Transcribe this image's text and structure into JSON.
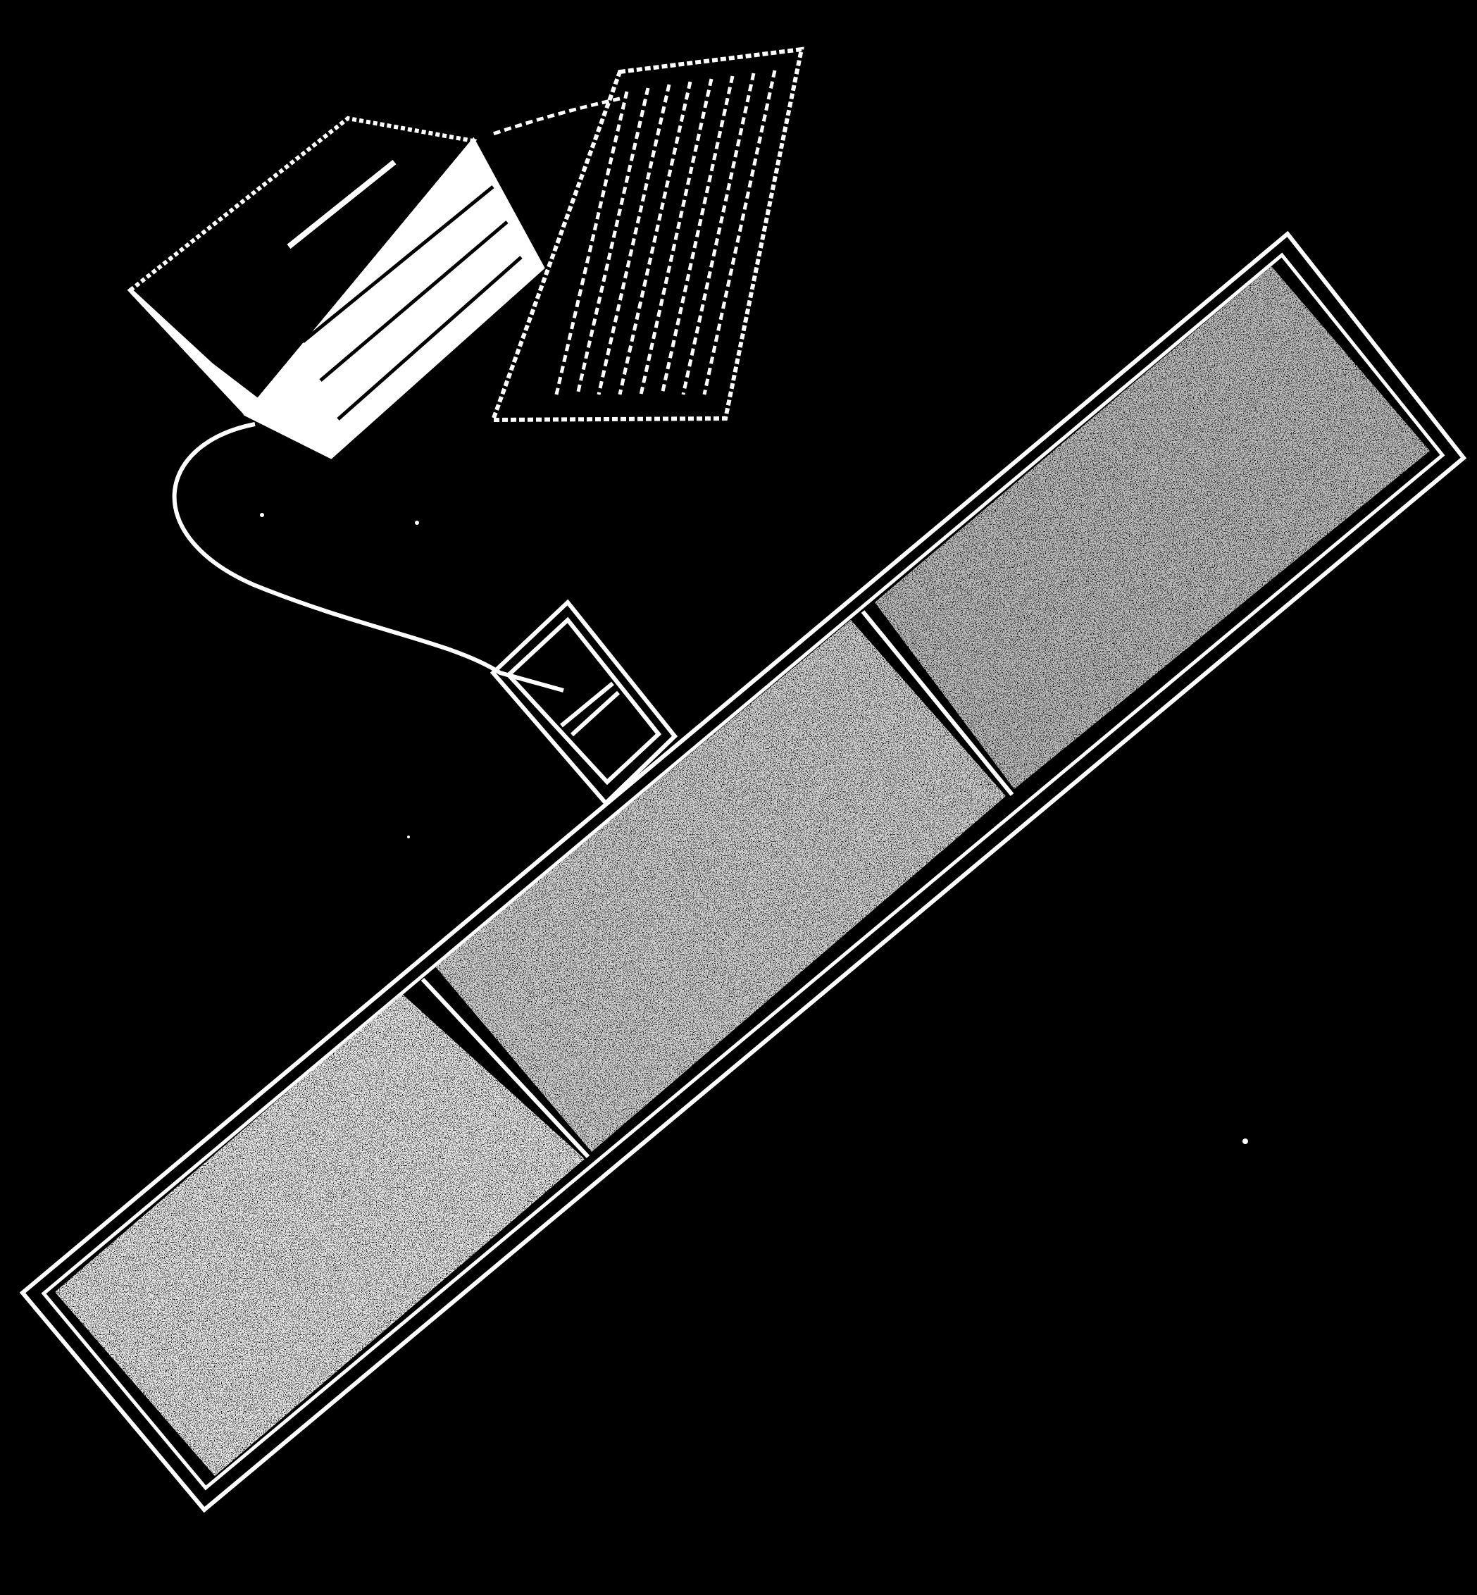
{
  "colors": {
    "background": "#000000",
    "line": "#ffffff",
    "platform_fill": "#d8d8d8"
  },
  "scene": {
    "computer_unit": {
      "name": "computer-box"
    },
    "keyboard": {
      "name": "keyboard"
    },
    "cable": {
      "name": "cable"
    },
    "sensor_platform": {
      "name": "platform",
      "panels": [
        {
          "name": "panel-left"
        },
        {
          "name": "panel-middle"
        },
        {
          "name": "panel-right"
        }
      ],
      "connector": {
        "name": "connector-box"
      }
    }
  }
}
